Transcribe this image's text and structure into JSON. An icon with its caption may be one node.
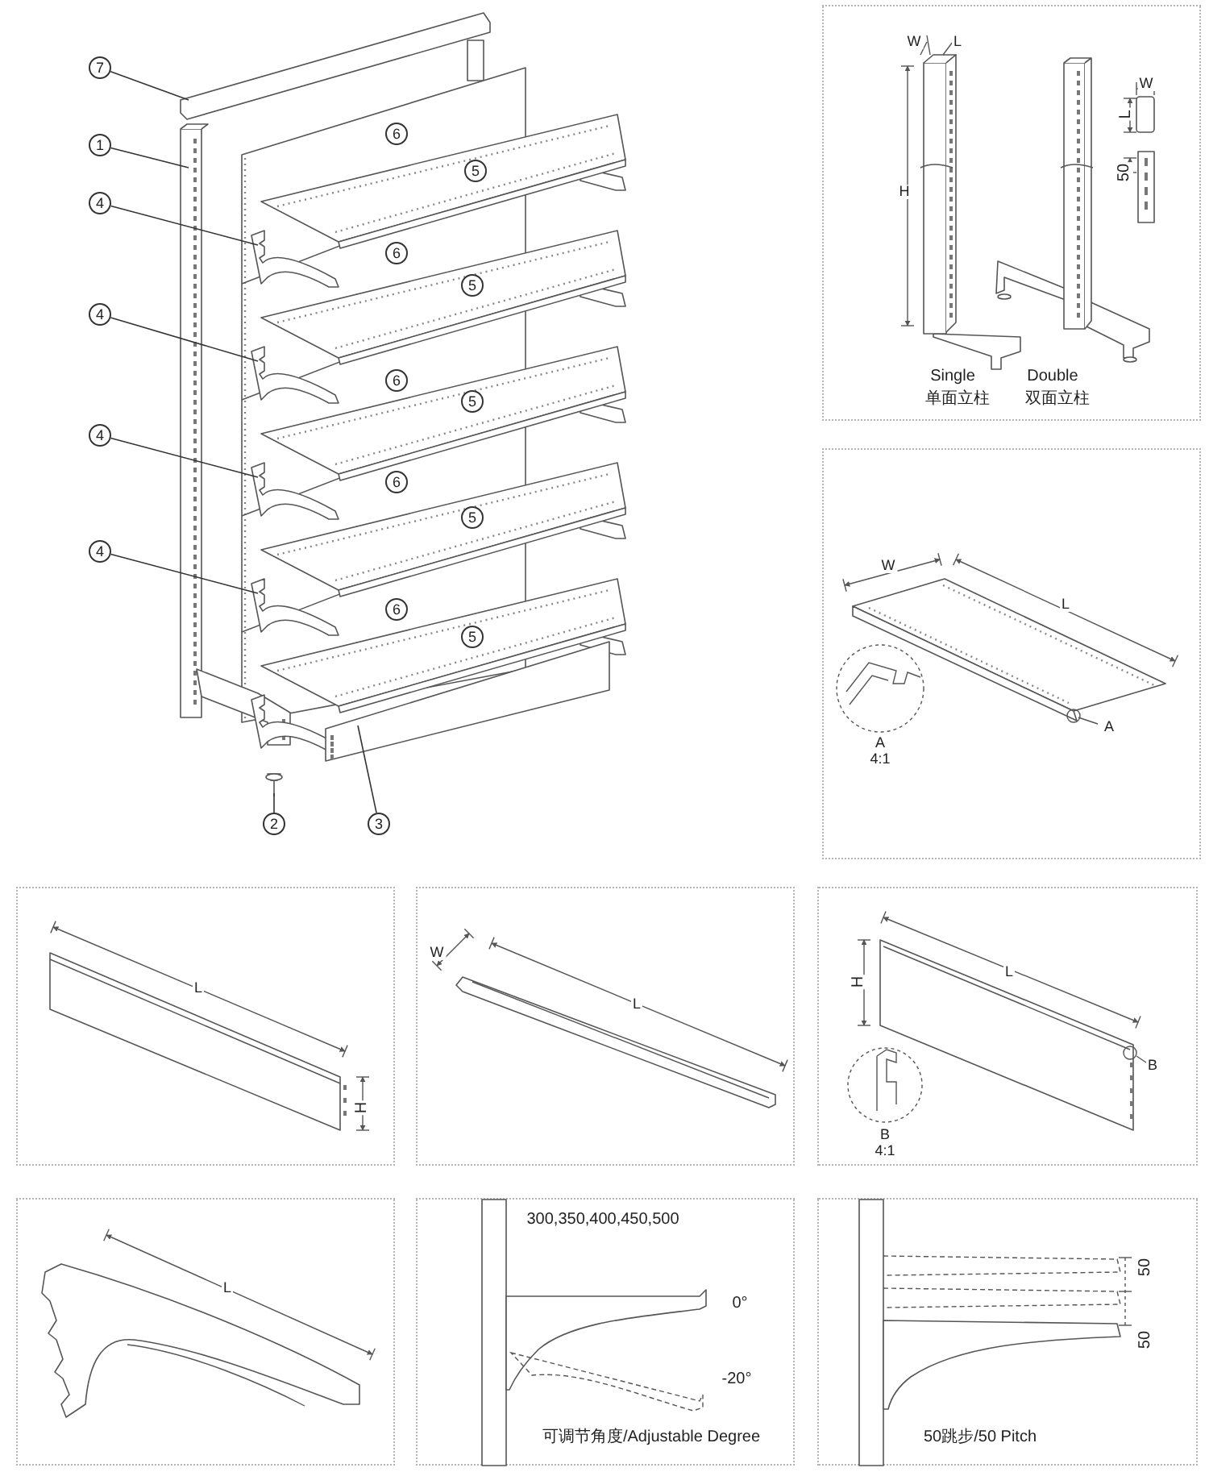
{
  "diagram": {
    "nodes": [
      {
        "text": [
          "7"
        ]
      },
      {
        "text": [
          "1"
        ]
      },
      {
        "text": [
          "4"
        ]
      },
      {
        "text": [
          "4"
        ]
      },
      {
        "text": [
          "4"
        ]
      },
      {
        "text": [
          "4"
        ]
      },
      {
        "text": [
          "2"
        ]
      },
      {
        "text": [
          "3"
        ]
      },
      {
        "text": [
          "6"
        ]
      },
      {
        "text": [
          "5"
        ]
      },
      {
        "text": [
          "6"
        ]
      },
      {
        "text": [
          "5"
        ]
      },
      {
        "text": [
          "6"
        ]
      },
      {
        "text": [
          "5"
        ]
      },
      {
        "text": [
          "6"
        ]
      },
      {
        "text": [
          "5"
        ]
      },
      {
        "text": [
          "6"
        ]
      },
      {
        "text": [
          "5"
        ]
      }
    ],
    "edges": [
      {
        "from": 0,
        "to": null,
        "arrow": "none"
      },
      {
        "from": 1,
        "to": null,
        "arrow": "none"
      },
      {
        "from": 2,
        "to": null,
        "arrow": "none"
      },
      {
        "from": 3,
        "to": null,
        "arrow": "none"
      },
      {
        "from": 4,
        "to": null,
        "arrow": "none"
      },
      {
        "from": 5,
        "to": null,
        "arrow": "none"
      },
      {
        "from": 6,
        "to": null,
        "arrow": "none"
      },
      {
        "from": 7,
        "to": null,
        "arrow": "none"
      }
    ],
    "labels": [
      "W",
      "L",
      "H",
      "W",
      "L",
      "50",
      "Single",
      "单面立柱",
      "Double",
      "双面立柱",
      "W",
      "L",
      "A",
      "A",
      "4:1",
      "L",
      "H",
      "W",
      "L",
      "H",
      "L",
      "B",
      "B",
      "4:1",
      "L",
      "300,350,400,450,500",
      "0°",
      "-20°",
      "可调节角度/Adjustable Degree",
      "50",
      "50",
      "50跳步/50 Pitch"
    ]
  }
}
